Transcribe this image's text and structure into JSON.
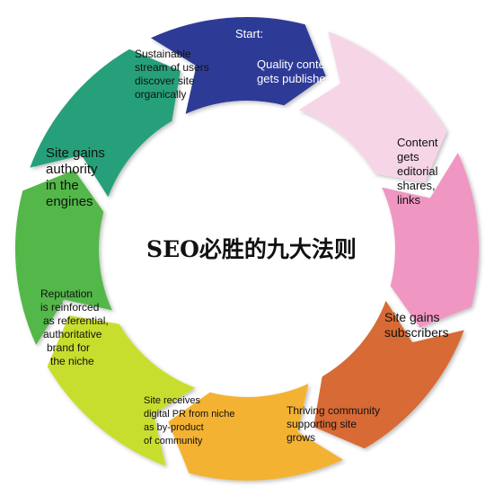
{
  "title": "SEO必胜的九大法则",
  "steps": [
    {
      "lines": [
        "Start:",
        "Quality content",
        "gets published"
      ],
      "color": "#2f3a96"
    },
    {
      "lines": [
        "Content",
        "gets",
        "editorial",
        "shares,",
        "links"
      ],
      "color": "#f6d6e6"
    },
    {
      "lines": [
        "Site gains",
        "subscribers"
      ],
      "color": "#ef97c2"
    },
    {
      "lines": [
        "Thriving community",
        "supporting site",
        "grows"
      ],
      "color": "#d76a36"
    },
    {
      "lines": [
        "Site receives",
        "digital PR from niche",
        "as by-product",
        "of community"
      ],
      "color": "#f3b233"
    },
    {
      "lines": [
        "Reputation",
        "is reinforced",
        "as referential,",
        "authoritative",
        "brand for",
        "the niche"
      ],
      "color": "#c8de2f"
    },
    {
      "lines": [
        "Site gains",
        "authority",
        "in the",
        "engines"
      ],
      "color": "#53b848"
    },
    {
      "lines": [
        "Sustainable",
        "stream of users",
        "discover site",
        "organically"
      ],
      "color": "#27a07a"
    }
  ]
}
